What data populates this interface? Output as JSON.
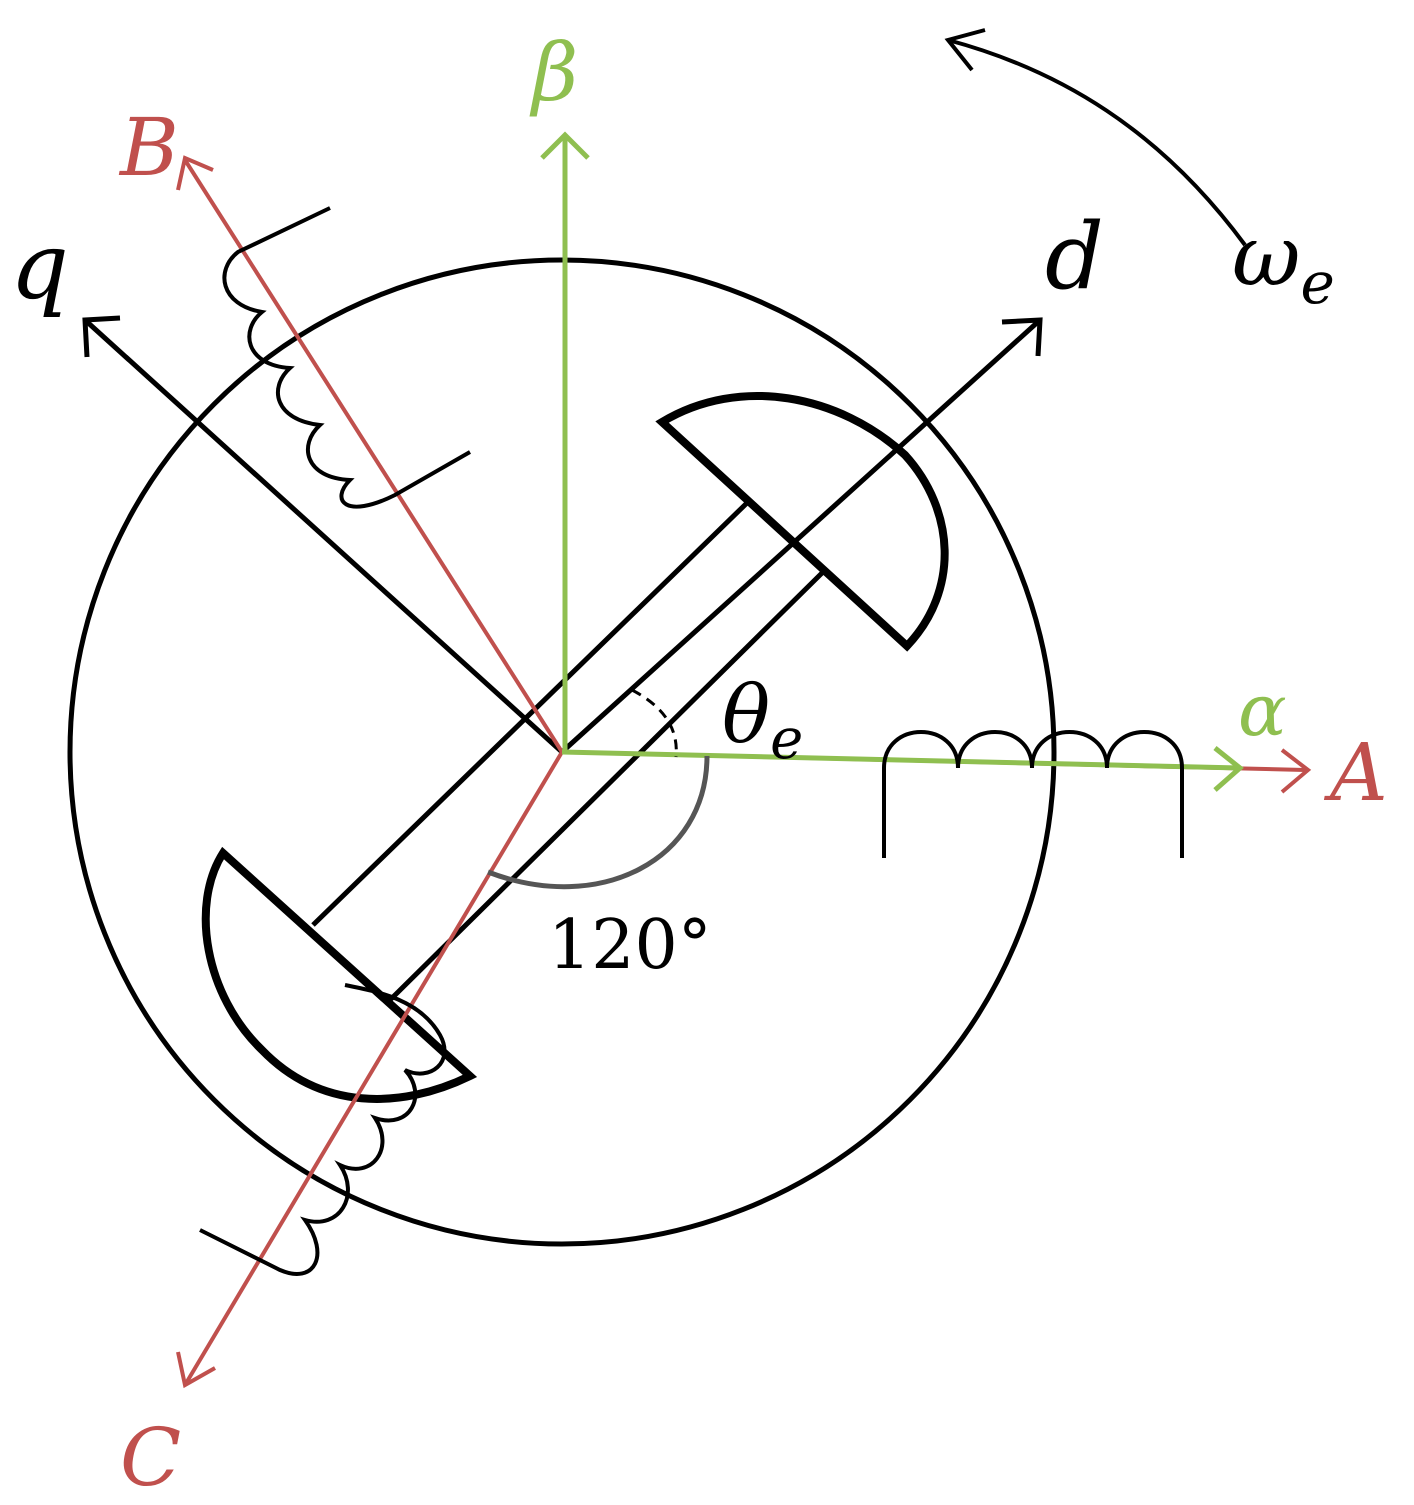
{
  "colors": {
    "phase_axes": "#c0504d",
    "stationary_axes": "#8fbf50",
    "rotor_axes": "#000000",
    "angle_arc": "#555555"
  },
  "labels": {
    "axis_a": "A",
    "axis_b": "B",
    "axis_c": "C",
    "axis_alpha": "α",
    "axis_beta": "β",
    "axis_d": "d",
    "axis_q": "q",
    "theta_main": "θ",
    "theta_sub": "e",
    "omega_main": "ω",
    "omega_sub": "e",
    "angle_value": "120°"
  }
}
